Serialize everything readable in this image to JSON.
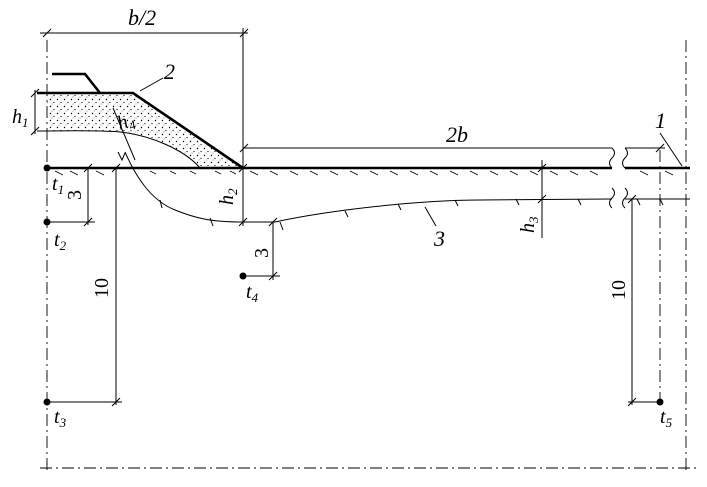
{
  "labels": {
    "half_width": "b/2",
    "double_width": "2b",
    "marker_1": "1",
    "marker_2": "2",
    "marker_3": "3",
    "h1": "h",
    "h1_sub": "1",
    "h2": "h",
    "h2_sub": "2",
    "h3": "h",
    "h3_sub": "3",
    "h4": "h",
    "h4_sub": "4",
    "depth_3_left": "3",
    "depth_3_center": "3",
    "depth_10_left": "10",
    "depth_10_right": "10",
    "t1": "t",
    "t1_sub": "1",
    "t2": "t",
    "t2_sub": "2",
    "t3": "t",
    "t3_sub": "3",
    "t4": "t",
    "t4_sub": "4",
    "t5": "t",
    "t5_sub": "5"
  }
}
